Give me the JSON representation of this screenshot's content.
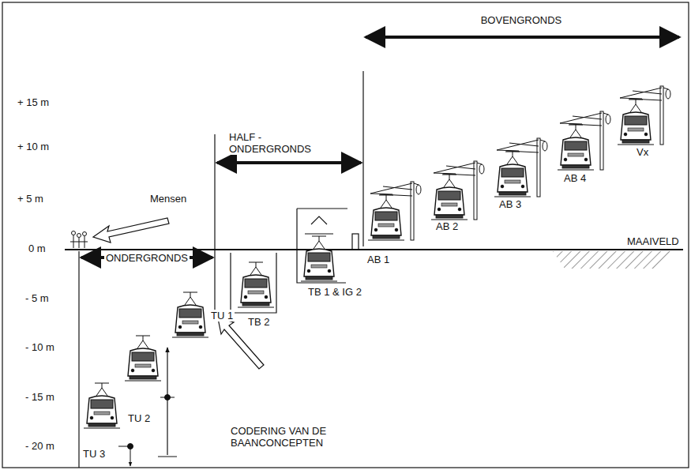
{
  "diagram": {
    "labels": [
      "BOVENGRONDS",
      "HALF - ONDERGRONDS",
      "ONDERGRONDS",
      "MAAIVELD",
      "Mensen",
      "CODERING VAN DE BAANCONCEPTEN",
      "+ 15 m",
      "+ 10 m",
      "+ 5 m",
      "0 m",
      "- 5 m",
      "- 10 m",
      "- 15 m",
      "- 20 m",
      "TU 3",
      "TU 2",
      "TU 1",
      "TB 2",
      "TB 1 & IG 2",
      "AB 1",
      "AB 2",
      "AB 3",
      "AB 4",
      "Vx"
    ]
  }
}
